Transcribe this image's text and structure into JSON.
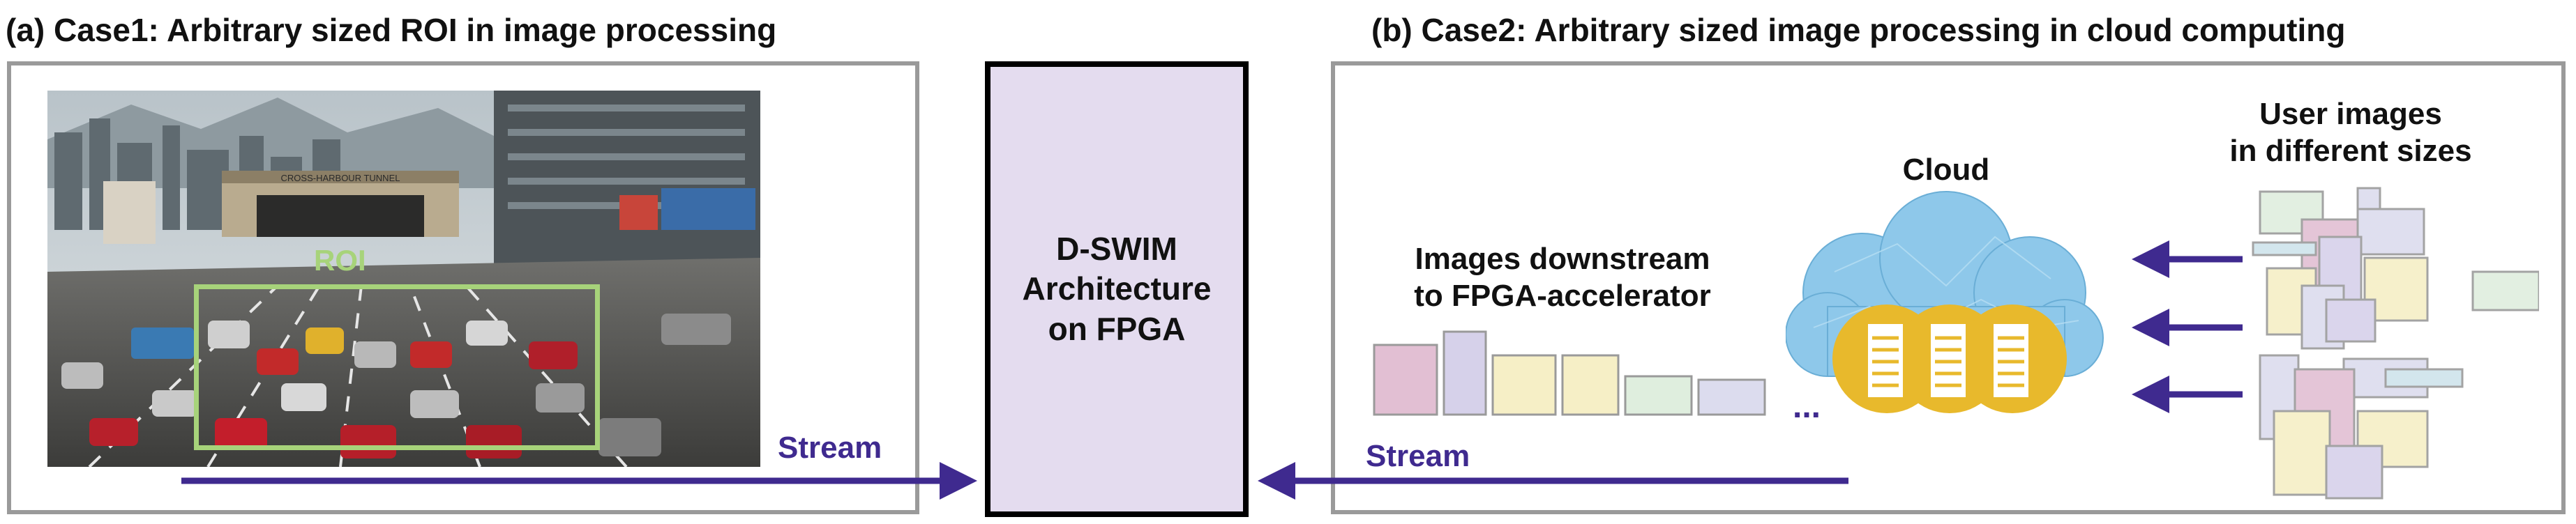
{
  "panel_a": {
    "title": "(a)  Case1: Arbitrary sized ROI in image processing",
    "roi_label": "ROI",
    "sign_text": "CROSS-HARBOUR TUNNEL",
    "stream_label": "Stream"
  },
  "center": {
    "label": "D-SWIM\nArchitecture\non FPGA"
  },
  "panel_b": {
    "title": "(b)  Case2: Arbitrary sized image processing in cloud computing",
    "cloud_label": "Cloud",
    "user_images_label": "User images\nin different sizes",
    "downstream_label": "Images downstream\nto FPGA-accelerator",
    "ellipsis": "...",
    "stream_label": "Stream"
  },
  "colors": {
    "frame": "#9a9a9a",
    "center_fill": "#e4dcef",
    "arrow": "#3f2a8f",
    "roi_box": "#a7d37a",
    "cloud": "#8ec8ea",
    "servers": "#e8b92c"
  }
}
